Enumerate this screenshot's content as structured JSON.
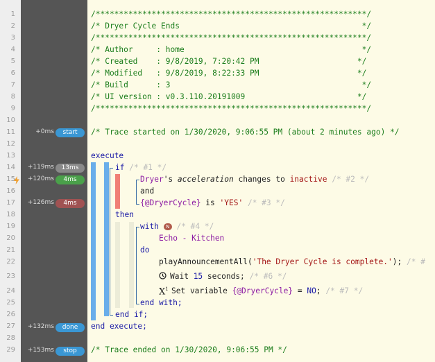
{
  "header": {
    "stars": "/**********************************************************/",
    "title": "/* Dryer Cycle Ends                                       */",
    "author": "/* Author     : home                                      */",
    "created": "/* Created    : 9/8/2019, 7:20:42 PM                     */",
    "modified": "/* Modified   : 9/8/2019, 8:22:33 PM                     */",
    "build": "/* Build      : 3                                         */",
    "ui_version": "/* UI version : v0.3.110.20191009                        */"
  },
  "trace": {
    "start": {
      "time": "+0ms",
      "badge": "start",
      "text": "/* Trace started on 1/30/2020, 9:06:55 PM (about 2 minutes ago) */"
    },
    "if": {
      "time": "+119ms",
      "badge": "13ms"
    },
    "condition": {
      "time": "+120ms",
      "badge": "4ms"
    },
    "compare": {
      "time": "+126ms",
      "badge": "4ms"
    },
    "done": {
      "time": "+132ms",
      "badge": "done"
    },
    "stop": {
      "time": "+153ms",
      "badge": "stop",
      "text": "/* Trace ended on 1/30/2020, 9:06:55 PM */"
    }
  },
  "code": {
    "execute": "execute",
    "if": "if",
    "if_id": "/* #1 */",
    "device1": "Dryer",
    "poss": "'s ",
    "attribute": "acceleration",
    "changes_to": " changes to ",
    "state": "inactive",
    "cond_id": "/* #2 */",
    "and": "and",
    "variable": "{@DryerCycle}",
    "is": " is ",
    "value": "'YES'",
    "cmp_id": "/* #3 */",
    "then": "then",
    "with": "with",
    "with_id": "/* #4 */",
    "device2": "Echo - Kitchen",
    "do": "do",
    "announce": "playAnnouncementAll(",
    "announce_str": "'The Dryer Cycle is complete.'",
    "announce_end": "); ",
    "announce_id": "/* #",
    "wait": "Wait ",
    "wait_num": "15",
    "wait_unit": " seconds; ",
    "wait_id": "/* #6 */",
    "setvar": "Set variable ",
    "setvar_var": "{@DryerCycle}",
    "setvar_eq": " = ",
    "setvar_val": "NO",
    "setvar_semi": "; ",
    "setvar_id": "/* #7 */",
    "end_with": "end with;",
    "end_if": "end if;",
    "end_execute": "end execute;"
  },
  "line_numbers": [
    "1",
    "2",
    "3",
    "4",
    "5",
    "6",
    "7",
    "8",
    "9",
    "10",
    "11",
    "12",
    "13",
    "14",
    "15",
    "16",
    "17",
    "18",
    "19",
    "20",
    "21",
    "22",
    "23",
    "24",
    "25",
    "26",
    "27",
    "28",
    "29"
  ],
  "colors": {
    "badge_blue": "#3a97d4",
    "badge_gray": "#8a8a8a",
    "badge_green": "#4aa14a",
    "badge_red": "#a05252",
    "bar_blue": "#6aaeea",
    "bar_red": "#f07f76"
  },
  "icons": {
    "flash": "lightning-icon",
    "with_device": "device-n-icon",
    "wait": "clock-icon",
    "setvar": "variable-x-icon"
  }
}
